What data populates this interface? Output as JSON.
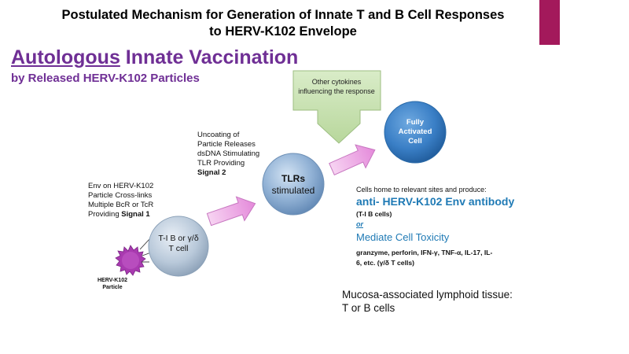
{
  "title": {
    "line1": "Postulated Mechanism for Generation of Innate T and B Cell Responses",
    "line2": "to HERV-K102 Envelope"
  },
  "subtitle": {
    "underlined": "Autologous",
    "rest": " Innate Vaccination",
    "line2": "by Released HERV-K102 Particles"
  },
  "callout": {
    "text": "Other cytokines influencing the response",
    "color": "#c8e0b4"
  },
  "nodes": {
    "particle": {
      "label_line1": "HERV-K102",
      "label_line2": "Particle",
      "color": "#a93ab0"
    },
    "tcell": {
      "line1": "T-I B or γ/δ",
      "line2": "T cell"
    },
    "tlrs": {
      "line1": "TLRs",
      "line2": "stimulated"
    },
    "activated": {
      "line1": "Fully",
      "line2": "Activated",
      "line3": "Cell"
    }
  },
  "steps": {
    "signal1": {
      "line1": "Env on HERV-K102",
      "line2": "Particle Cross-links",
      "line3": "Multiple BcR or TcR",
      "line4_prefix": "Providing ",
      "line4_bold": "Signal 1"
    },
    "signal2": {
      "line1": "Uncoating of",
      "line2": "Particle Releases",
      "line3": "dsDNA Stimulating",
      "line4": "TLR Providing",
      "line5": "Signal 2"
    }
  },
  "outcome": {
    "intro": "Cells home to relevant sites and produce:",
    "antibody": "anti- HERV-K102 Env antibody",
    "antibody_cells": "(T-I B cells)",
    "or": "or",
    "toxicity": "Mediate Cell Toxicity",
    "factors_line1": "granzyme, perforin, IFN-γ, TNF-α, IL-17, IL-",
    "factors_line2": "6, etc. (γ/δ T cells)"
  },
  "footer": {
    "line1": "Mucosa-associated lymphoid tissue:",
    "line2": "T or B cells"
  },
  "colors": {
    "purple_title": "#6f2f95",
    "accent_bar": "#a3195b",
    "arrow_fill": "#e8a6e0",
    "arrow_stroke": "#c777c0",
    "cell_gray": "#b5c6d8",
    "cell_blue": "#3a7fc6",
    "link_blue": "#1f7ab5"
  }
}
